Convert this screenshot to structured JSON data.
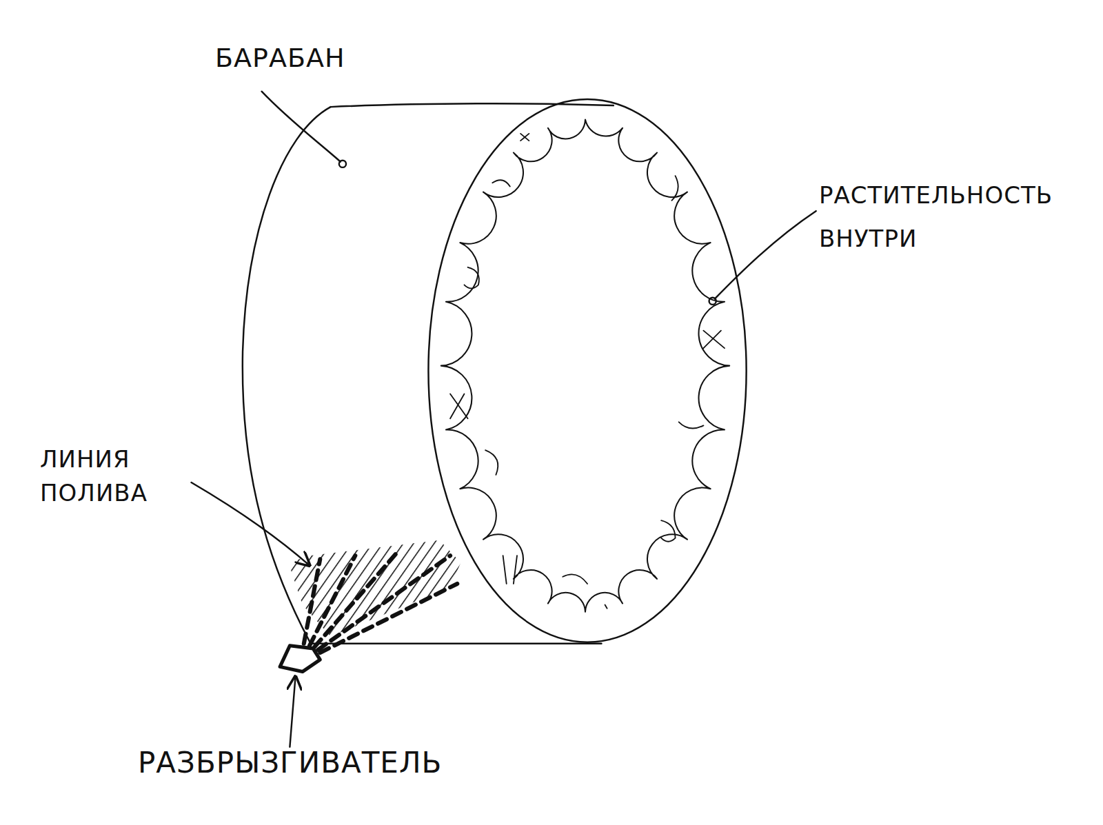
{
  "diagram": {
    "labels": [
      "БАРАБАН",
      "РАСТИТЕЛЬНОСТЬ ВНУТРИ",
      "ЛИНИЯ ПОЛИВА",
      "РАЗБРЫЗГИВАТЕЛЬ"
    ]
  }
}
